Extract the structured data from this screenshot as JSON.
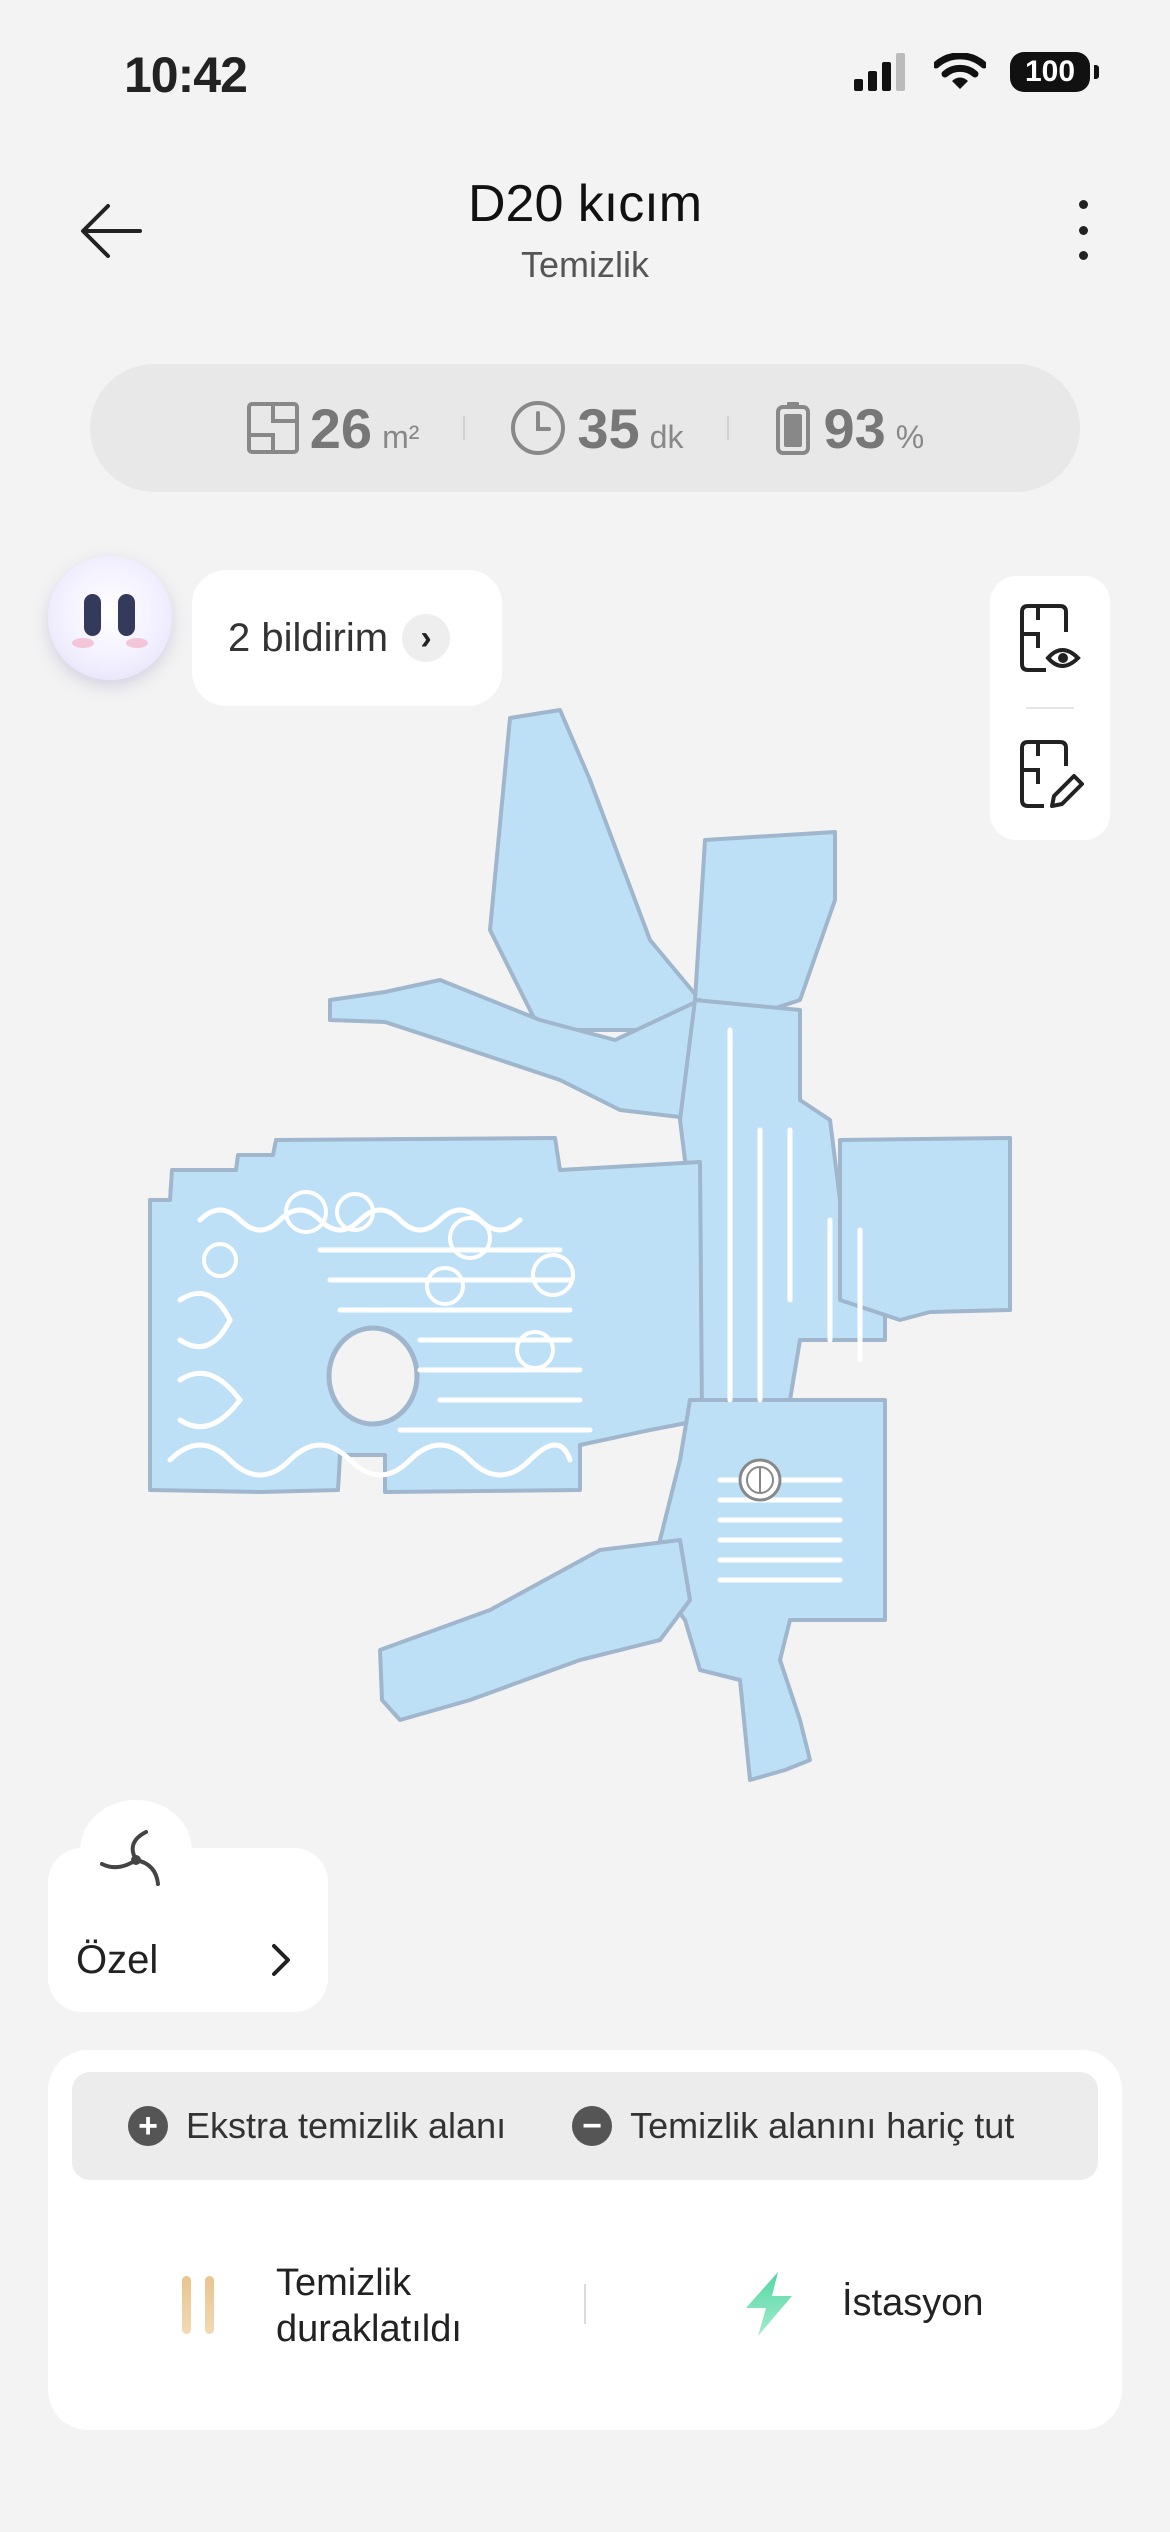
{
  "status_bar": {
    "time": "10:42",
    "battery": "100"
  },
  "header": {
    "title": "D20 kıcım",
    "subtitle": "Temizlik"
  },
  "stats": {
    "area": {
      "value": "26",
      "unit": "m²"
    },
    "time": {
      "value": "35",
      "unit": "dk"
    },
    "battery": {
      "value": "93",
      "unit": "%"
    }
  },
  "notifications": {
    "label": "2 bildirim"
  },
  "mode": {
    "label": "Özel"
  },
  "zones": {
    "extra": "Ekstra temizlik alanı",
    "exclude": "Temizlik alanını hariç tut"
  },
  "actions": {
    "pause": "Temizlik duraklatıldı",
    "station": "İstasyon"
  },
  "colors": {
    "map_fill": "#bde0f7",
    "map_edge": "#9fb6cc",
    "pause_accent": "#e9c48e",
    "station_accent": "#52d6a0"
  }
}
